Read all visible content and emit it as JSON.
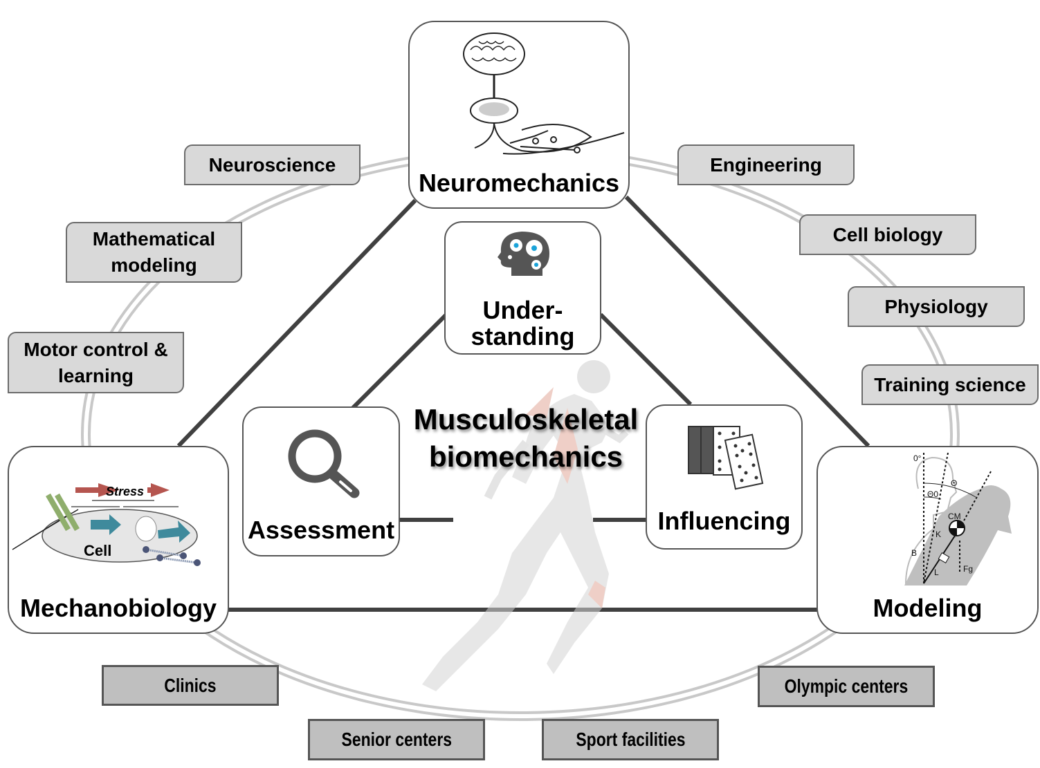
{
  "center": {
    "line1": "Musculoskeletal",
    "line2": "biomechanics"
  },
  "corners": {
    "top": {
      "label": "Neuromechanics",
      "icon": "brain-spinal-cord-muscle-icon"
    },
    "left": {
      "label": "Mechanobiology",
      "icon": "cell-stress-icon",
      "sublabels": {
        "stress": "Stress",
        "cell": "Cell"
      }
    },
    "right": {
      "label": "Modeling",
      "icon": "posture-model-icon",
      "sublabels": {
        "zero": "0°",
        "theta": "Θ",
        "theta0": "Θ0",
        "cm": "CM",
        "k": "K",
        "b": "B",
        "l": "L",
        "fg": "Fg"
      }
    }
  },
  "inner": {
    "top": {
      "label1": "Under-",
      "label2": "standing",
      "icon": "head-gears-icon"
    },
    "left": {
      "label": "Assessment",
      "icon": "magnifier-icon"
    },
    "right": {
      "label": "Influencing",
      "icon": "dominoes-icon"
    }
  },
  "disciplines": [
    "Neuroscience",
    "Mathematical modeling",
    "Motor control & learning",
    "Engineering",
    "Cell biology",
    "Physiology",
    "Training science"
  ],
  "discipline_lines": {
    "math1": "Mathematical",
    "math2": "modeling",
    "motor1": "Motor control &",
    "motor2": "learning"
  },
  "settings": [
    "Clinics",
    "Senior centers",
    "Sport facilities",
    "Olympic centers"
  ],
  "colors": {
    "accent_blue": "#1aa3d9",
    "stress_arrow": "#b5554f",
    "cell_arrow": "#3f8a9c",
    "dark_line": "#404040"
  }
}
